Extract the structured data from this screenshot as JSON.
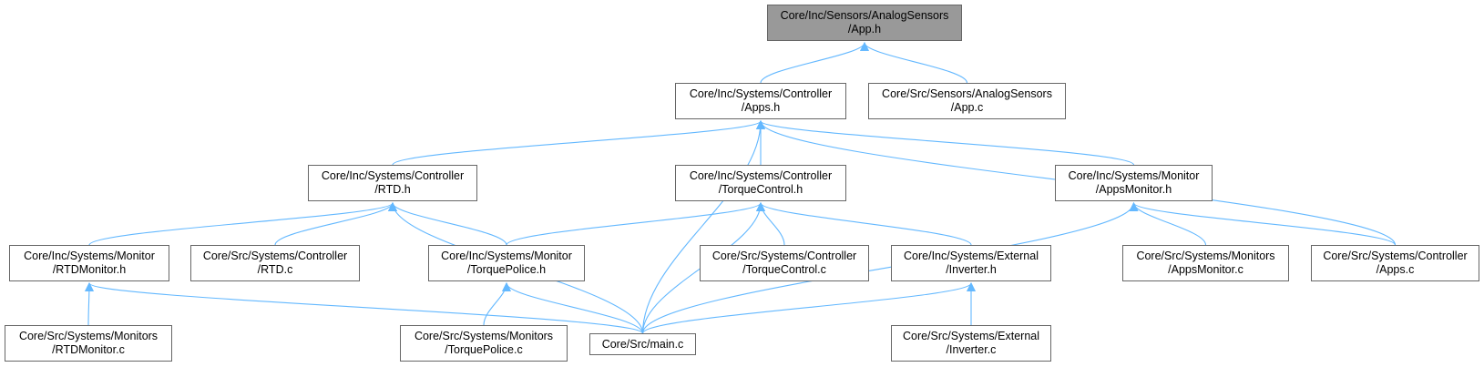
{
  "colors": {
    "edge": "#63b8ff",
    "node_border": "#666666",
    "root_fill": "#999999",
    "node_fill": "#ffffff"
  },
  "nodes": {
    "app_h": {
      "line1": "Core/Inc/Sensors/AnalogSensors",
      "line2": "/App.h"
    },
    "apps_h": {
      "line1": "Core/Inc/Systems/Controller",
      "line2": "/Apps.h"
    },
    "app_c": {
      "line1": "Core/Src/Sensors/AnalogSensors",
      "line2": "/App.c"
    },
    "rtd_h": {
      "line1": "Core/Inc/Systems/Controller",
      "line2": "/RTD.h"
    },
    "torquecontrol_h": {
      "line1": "Core/Inc/Systems/Controller",
      "line2": "/TorqueControl.h"
    },
    "appsmonitor_h": {
      "line1": "Core/Inc/Systems/Monitor",
      "line2": "/AppsMonitor.h"
    },
    "rtdmonitor_h": {
      "line1": "Core/Inc/Systems/Monitor",
      "line2": "/RTDMonitor.h"
    },
    "rtd_c": {
      "line1": "Core/Src/Systems/Controller",
      "line2": "/RTD.c"
    },
    "torquepolice_h": {
      "line1": "Core/Inc/Systems/Monitor",
      "line2": "/TorquePolice.h"
    },
    "torquecontrol_c": {
      "line1": "Core/Src/Systems/Controller",
      "line2": "/TorqueControl.c"
    },
    "inverter_h": {
      "line1": "Core/Inc/Systems/External",
      "line2": "/Inverter.h"
    },
    "appsmonitor_c": {
      "line1": "Core/Src/Systems/Monitors",
      "line2": "/AppsMonitor.c"
    },
    "apps_c": {
      "line1": "Core/Src/Systems/Controller",
      "line2": "/Apps.c"
    },
    "rtdmonitor_c": {
      "line1": "Core/Src/Systems/Monitors",
      "line2": "/RTDMonitor.c"
    },
    "torquepolice_c": {
      "line1": "Core/Src/Systems/Monitors",
      "line2": "/TorquePolice.c"
    },
    "main_c": {
      "line1": "Core/Src/main.c",
      "line2": ""
    },
    "inverter_c": {
      "line1": "Core/Src/Systems/External",
      "line2": "/Inverter.c"
    }
  },
  "edges": [
    [
      "apps_h",
      "app_h"
    ],
    [
      "app_c",
      "app_h"
    ],
    [
      "rtd_h",
      "apps_h"
    ],
    [
      "torquecontrol_h",
      "apps_h"
    ],
    [
      "appsmonitor_h",
      "apps_h"
    ],
    [
      "apps_c",
      "apps_h"
    ],
    [
      "main_c",
      "apps_h"
    ],
    [
      "rtdmonitor_h",
      "rtd_h"
    ],
    [
      "rtd_c",
      "rtd_h"
    ],
    [
      "torquepolice_h",
      "rtd_h"
    ],
    [
      "main_c",
      "rtd_h"
    ],
    [
      "torquepolice_h",
      "torquecontrol_h"
    ],
    [
      "torquecontrol_c",
      "torquecontrol_h"
    ],
    [
      "inverter_h",
      "torquecontrol_h"
    ],
    [
      "main_c",
      "torquecontrol_h"
    ],
    [
      "appsmonitor_c",
      "appsmonitor_h"
    ],
    [
      "apps_c",
      "appsmonitor_h"
    ],
    [
      "main_c",
      "appsmonitor_h"
    ],
    [
      "rtdmonitor_c",
      "rtdmonitor_h"
    ],
    [
      "main_c",
      "rtdmonitor_h"
    ],
    [
      "torquepolice_c",
      "torquepolice_h"
    ],
    [
      "main_c",
      "torquepolice_h"
    ],
    [
      "main_c",
      "inverter_h"
    ],
    [
      "inverter_c",
      "inverter_h"
    ]
  ]
}
